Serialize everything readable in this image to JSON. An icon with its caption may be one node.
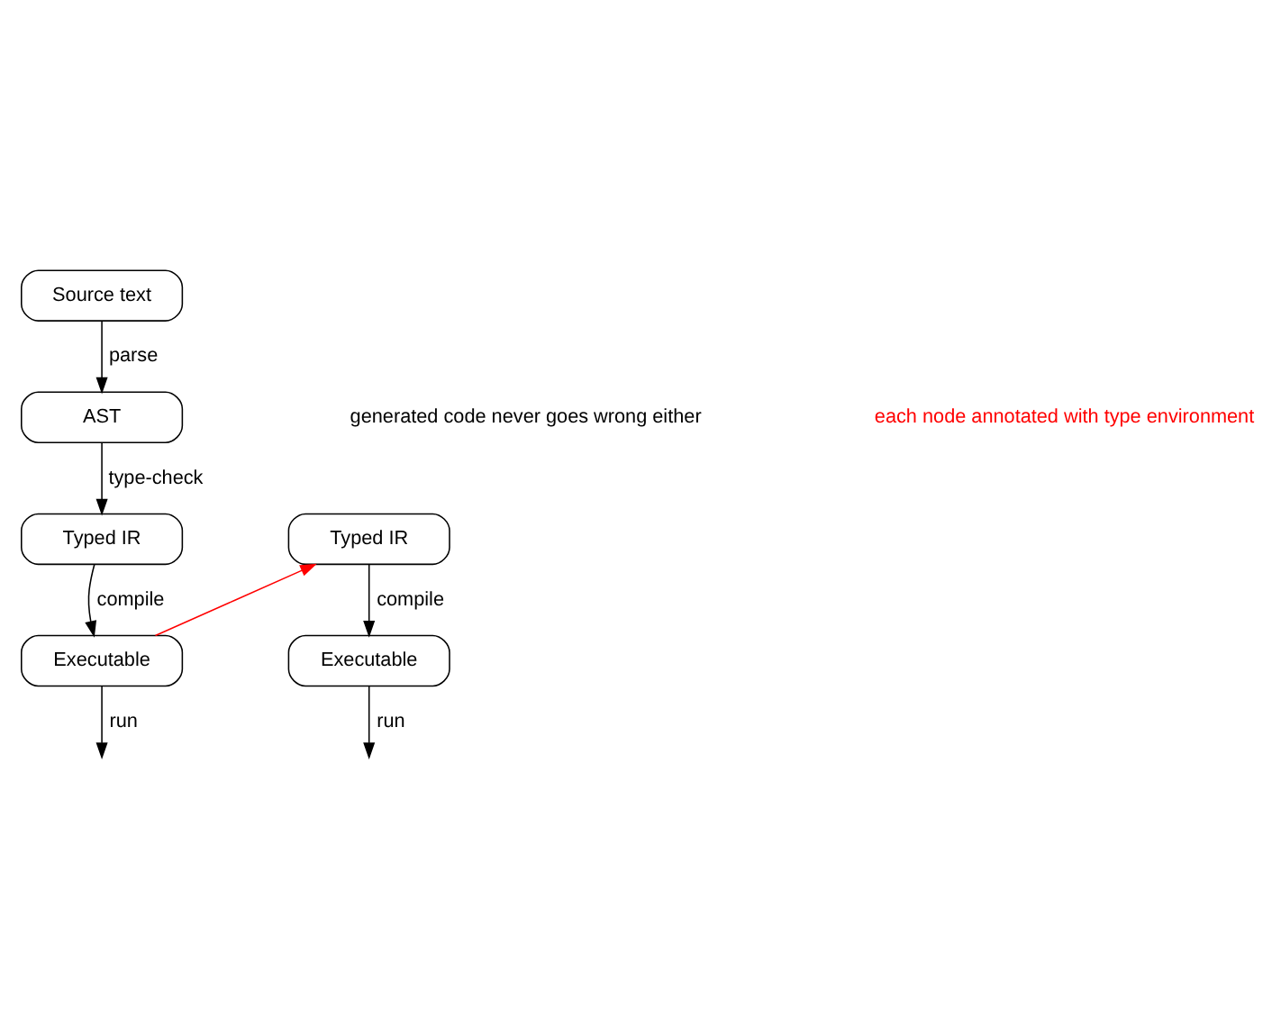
{
  "diagram": {
    "nodes": [
      {
        "text": [
          "Source text"
        ]
      },
      {
        "text": [
          "AST"
        ]
      },
      {
        "text": [
          "Typed IR"
        ]
      },
      {
        "text": [
          "Executable"
        ]
      },
      {
        "text": [
          "Typed IR"
        ]
      },
      {
        "text": [
          "Executable"
        ]
      }
    ],
    "edges": [
      {
        "from": 0,
        "to": 1,
        "arrow": "to",
        "label": "parse"
      },
      {
        "from": 1,
        "to": 2,
        "arrow": "to",
        "label": "type-check"
      },
      {
        "from": 2,
        "to": 3,
        "arrow": "to",
        "label": "compile"
      },
      {
        "from": 3,
        "to": null,
        "arrow": "to",
        "label": "run"
      },
      {
        "from": 3,
        "to": 4,
        "arrow": "to",
        "color": "#ff0000"
      },
      {
        "from": 4,
        "to": 5,
        "arrow": "to",
        "label": "compile"
      },
      {
        "from": 5,
        "to": null,
        "arrow": "to",
        "label": "run"
      }
    ],
    "labels": [
      "generated code never goes wrong either",
      "each node annotated with type environment"
    ]
  }
}
